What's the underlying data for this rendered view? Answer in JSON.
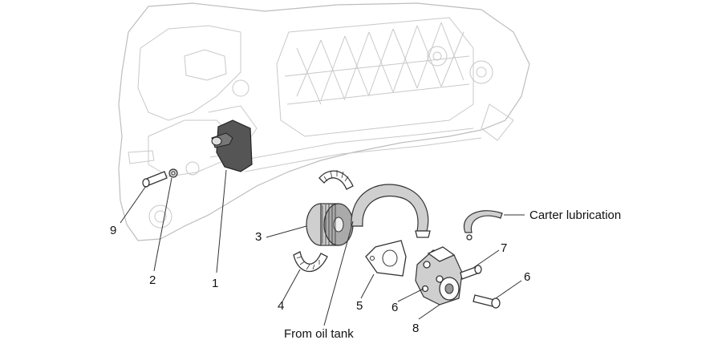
{
  "callouts": {
    "c1": "1",
    "c2": "2",
    "c3": "3",
    "c4": "4",
    "c5": "5",
    "c6a": "6",
    "c6b": "6",
    "c7": "7",
    "c8": "8",
    "c9": "9"
  },
  "annotations": {
    "carter": "Carter lubrication",
    "oil_tank": "From oil tank"
  }
}
